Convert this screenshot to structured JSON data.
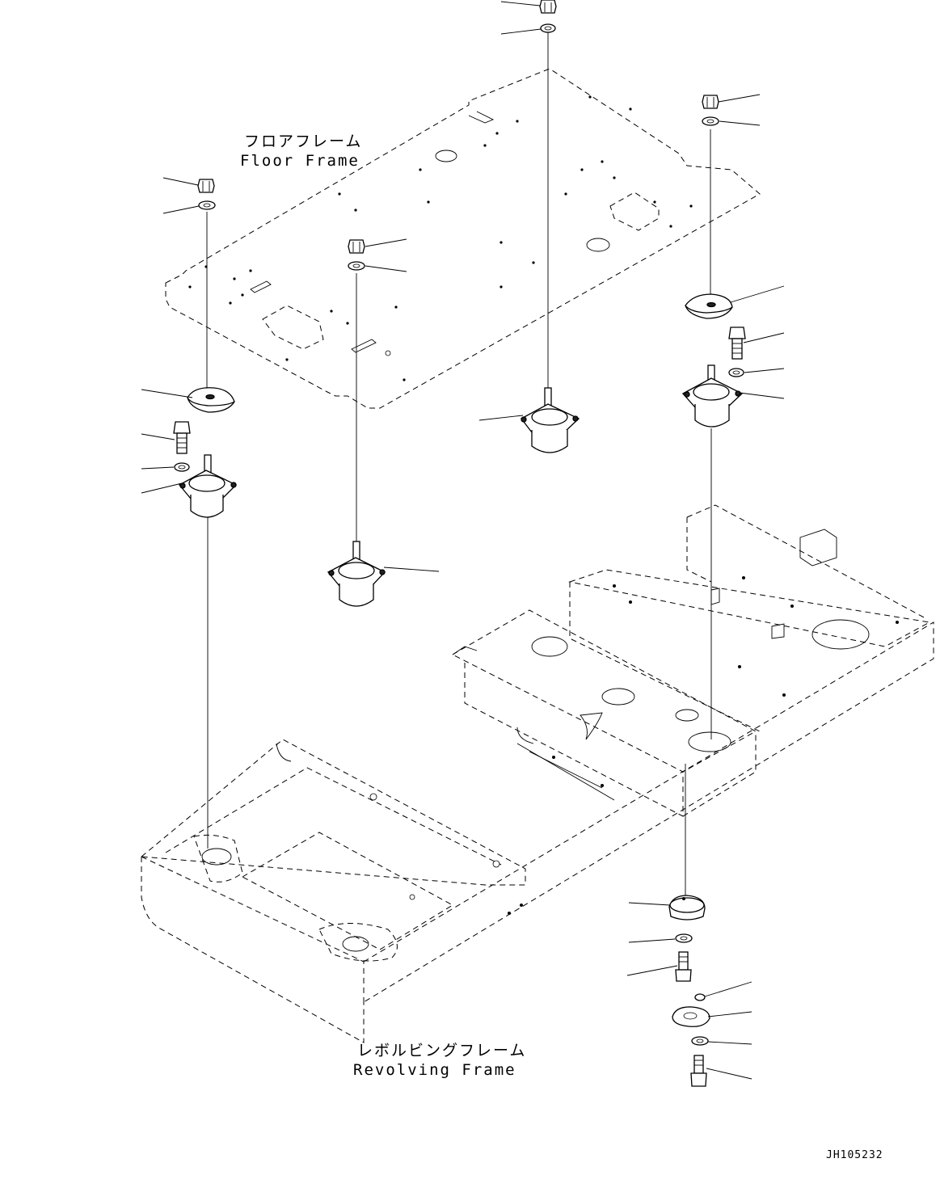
{
  "labels": {
    "floor_frame_jp": "フロアフレーム",
    "floor_frame_en": "Floor Frame",
    "revolving_frame_jp": "レボルビングフレーム",
    "revolving_frame_en": "Revolving Frame",
    "drawing_code": "JH105232"
  },
  "parts": [
    {
      "name": "nut",
      "icon": "hex-nut-icon"
    },
    {
      "name": "washer",
      "icon": "washer-icon"
    },
    {
      "name": "cover-plate",
      "icon": "plate-icon"
    },
    {
      "name": "bolt",
      "icon": "bolt-icon"
    },
    {
      "name": "damper-mount",
      "icon": "damper-icon"
    },
    {
      "name": "stopper",
      "icon": "stopper-icon"
    }
  ]
}
